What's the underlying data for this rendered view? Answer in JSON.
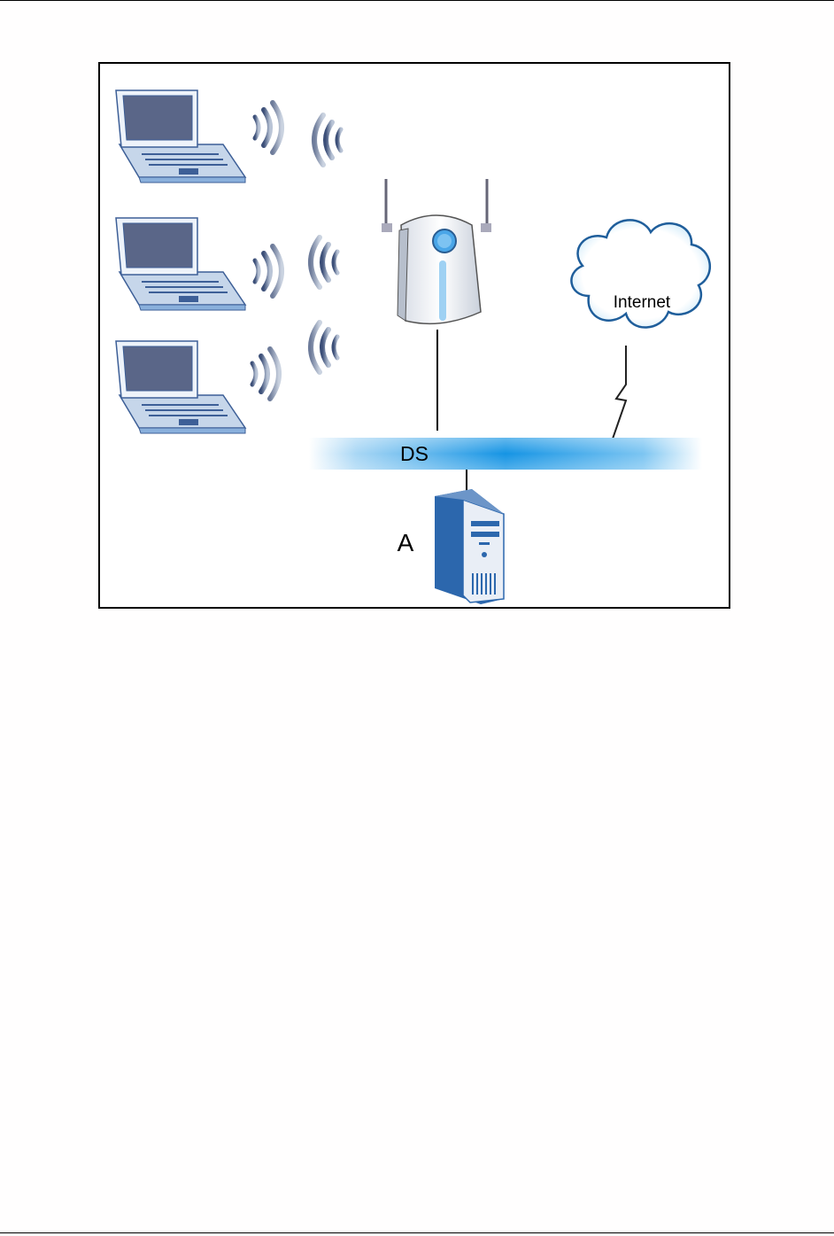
{
  "diagram": {
    "labels": {
      "internet": "Internet",
      "distribution_system": "DS",
      "server": "A"
    },
    "nodes": [
      {
        "id": "laptop-1",
        "type": "wireless-station"
      },
      {
        "id": "laptop-2",
        "type": "wireless-station"
      },
      {
        "id": "laptop-3",
        "type": "wireless-station"
      },
      {
        "id": "access-point",
        "type": "access-point"
      },
      {
        "id": "internet",
        "type": "cloud"
      },
      {
        "id": "server-a",
        "type": "server"
      }
    ],
    "links": [
      {
        "from": "laptop-1",
        "to": "access-point",
        "kind": "wireless"
      },
      {
        "from": "laptop-2",
        "to": "access-point",
        "kind": "wireless"
      },
      {
        "from": "laptop-3",
        "to": "access-point",
        "kind": "wireless"
      },
      {
        "from": "access-point",
        "to": "DS",
        "kind": "wired"
      },
      {
        "from": "internet",
        "to": "DS",
        "kind": "wan"
      },
      {
        "from": "server-a",
        "to": "DS",
        "kind": "wired"
      }
    ],
    "colors": {
      "laptop_body": "#e3ebf6",
      "laptop_screen": "#5a6688",
      "ds_bar": "#1a9ae6",
      "server_blue": "#2c67ad",
      "signal": "#5b6d8e"
    }
  }
}
